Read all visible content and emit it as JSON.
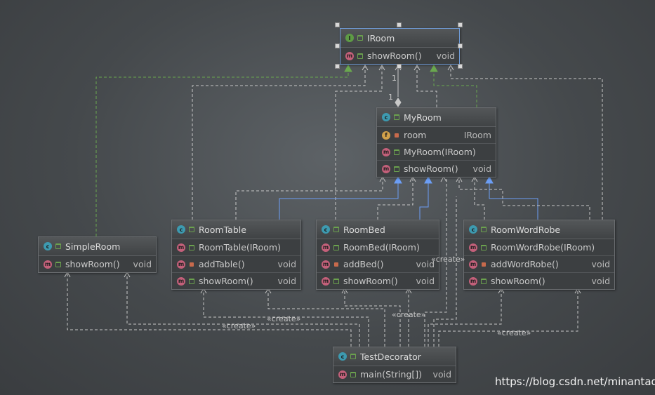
{
  "diagram": {
    "nodes": [
      {
        "id": "iroom",
        "kind": "I",
        "name": "IRoom",
        "members": [
          {
            "kind": "m",
            "vis": "pub",
            "name": "showRoom()",
            "type": "void"
          }
        ]
      },
      {
        "id": "myroom",
        "kind": "C",
        "name": "MyRoom",
        "members": [
          {
            "kind": "f",
            "vis": "priv",
            "name": "room",
            "type": "IRoom"
          },
          {
            "kind": "m",
            "vis": "pub",
            "name": "MyRoom(IRoom)",
            "type": ""
          },
          {
            "kind": "m",
            "vis": "pub",
            "name": "showRoom()",
            "type": "void"
          }
        ]
      },
      {
        "id": "simpleroom",
        "kind": "C",
        "name": "SimpleRoom",
        "members": [
          {
            "kind": "m",
            "vis": "pub",
            "name": "showRoom()",
            "type": "void"
          }
        ]
      },
      {
        "id": "roomtable",
        "kind": "C",
        "name": "RoomTable",
        "members": [
          {
            "kind": "m",
            "vis": "pub",
            "name": "RoomTable(IRoom)",
            "type": ""
          },
          {
            "kind": "m",
            "vis": "priv",
            "name": "addTable()",
            "type": "void"
          },
          {
            "kind": "m",
            "vis": "pub",
            "name": "showRoom()",
            "type": "void"
          }
        ]
      },
      {
        "id": "roombed",
        "kind": "C",
        "name": "RoomBed",
        "members": [
          {
            "kind": "m",
            "vis": "pub",
            "name": "RoomBed(IRoom)",
            "type": ""
          },
          {
            "kind": "m",
            "vis": "priv",
            "name": "addBed()",
            "type": "void"
          },
          {
            "kind": "m",
            "vis": "pub",
            "name": "showRoom()",
            "type": "void"
          }
        ]
      },
      {
        "id": "roomwardrobe",
        "kind": "C",
        "name": "RoomWordRobe",
        "members": [
          {
            "kind": "m",
            "vis": "pub",
            "name": "RoomWordRobe(IRoom)",
            "type": ""
          },
          {
            "kind": "m",
            "vis": "priv",
            "name": "addWordRobe()",
            "type": "void"
          },
          {
            "kind": "m",
            "vis": "pub",
            "name": "showRoom()",
            "type": "void"
          }
        ]
      },
      {
        "id": "testdecorator",
        "kind": "C",
        "name": "TestDecorator",
        "members": [
          {
            "kind": "m",
            "vis": "pub",
            "name": "main(String[])",
            "type": "void"
          }
        ]
      }
    ],
    "edges": [
      {
        "from": "simpleroom",
        "to": "iroom",
        "type": "realization"
      },
      {
        "from": "myroom",
        "to": "iroom",
        "type": "realization"
      },
      {
        "from": "myroom",
        "to": "iroom",
        "type": "aggregation"
      },
      {
        "from": "roomtable",
        "to": "myroom",
        "type": "generalization"
      },
      {
        "from": "roombed",
        "to": "myroom",
        "type": "generalization"
      },
      {
        "from": "roomwardrobe",
        "to": "myroom",
        "type": "generalization"
      },
      {
        "from": "roomtable",
        "to": "iroom",
        "type": "dependency"
      },
      {
        "from": "roombed",
        "to": "iroom",
        "type": "dependency"
      },
      {
        "from": "roomwardrobe",
        "to": "iroom",
        "type": "dependency"
      },
      {
        "from": "myroom",
        "to": "iroom",
        "type": "dependency"
      },
      {
        "from": "roomtable",
        "to": "myroom",
        "type": "dependency"
      },
      {
        "from": "roombed",
        "to": "myroom",
        "type": "dependency"
      },
      {
        "from": "roomwardrobe",
        "to": "myroom",
        "type": "dependency"
      },
      {
        "from": "testdecorator",
        "to": "simpleroom",
        "type": "create"
      },
      {
        "from": "testdecorator",
        "to": "roomtable",
        "type": "create"
      },
      {
        "from": "testdecorator",
        "to": "roombed",
        "type": "create"
      },
      {
        "from": "testdecorator",
        "to": "roomwardrobe",
        "type": "create"
      },
      {
        "from": "testdecorator",
        "to": "myroom",
        "type": "dependency"
      }
    ],
    "labels": {
      "multiplicity_top": "1",
      "multiplicity_bottom": "1",
      "create": "«create»"
    },
    "colors": {
      "dependency": "#c8c8c8",
      "realization": "#6aa84f",
      "generalization": "#6c9ef5",
      "selection": "#6f9bd6"
    }
  },
  "watermark": "https://blog.csdn.net/minantadd"
}
